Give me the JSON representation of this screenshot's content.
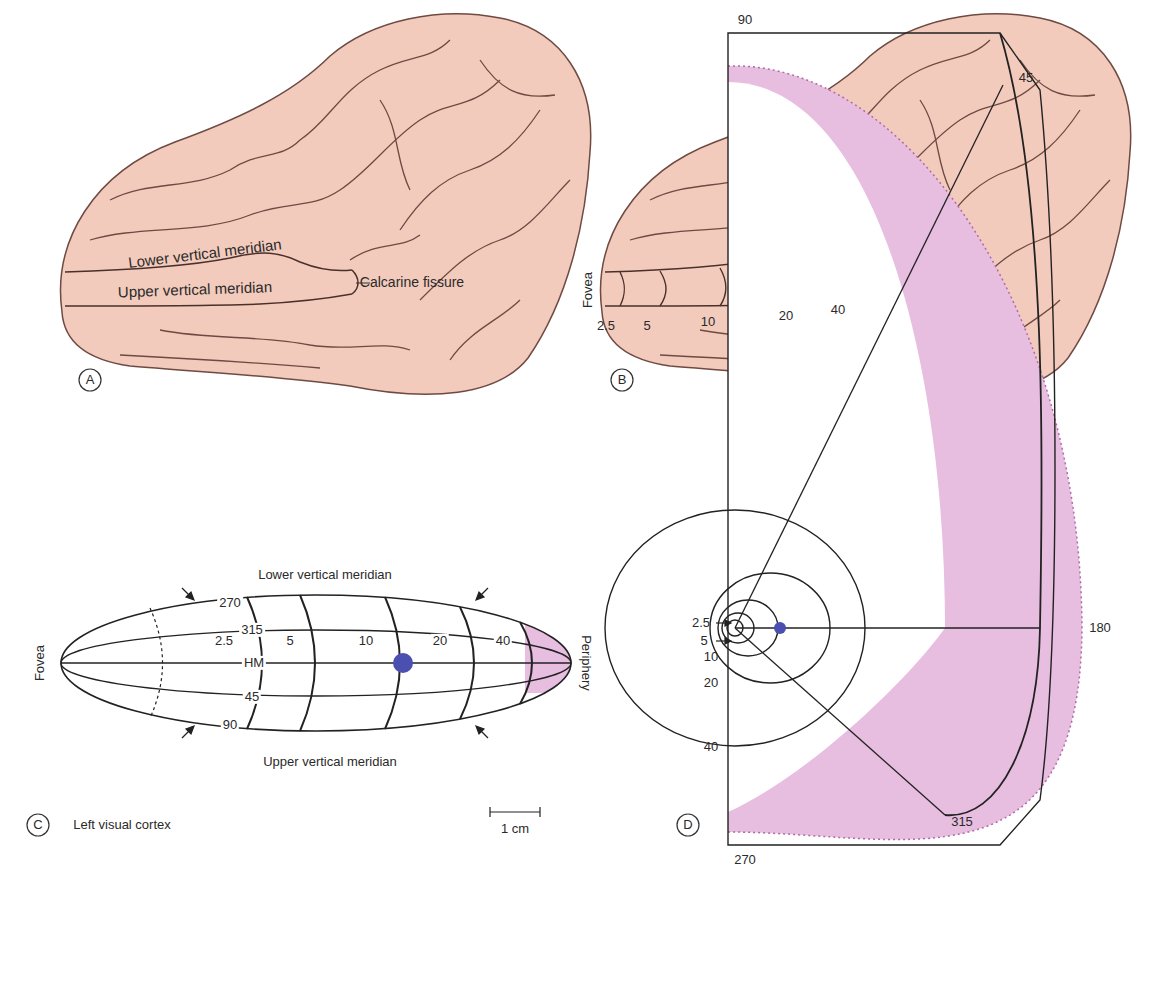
{
  "diagram": {
    "labels": [
      "Lower vertical meridian",
      "Upper vertical meridian",
      "Calcarine fissure",
      "A",
      "Fovea",
      "2.5",
      "5",
      "10",
      "20",
      "40",
      "B",
      "Lower vertical meridian",
      "270",
      "315",
      "2.5",
      "5",
      "10",
      "20",
      "40",
      "HM",
      "45",
      "90",
      "Upper vertical meridian",
      "Fovea",
      "Periphery",
      "C",
      "Left visual cortex",
      "1 cm",
      "90",
      "45",
      "2.5",
      "5",
      "10",
      "20",
      "40",
      "180",
      "315",
      "270",
      "D"
    ]
  }
}
